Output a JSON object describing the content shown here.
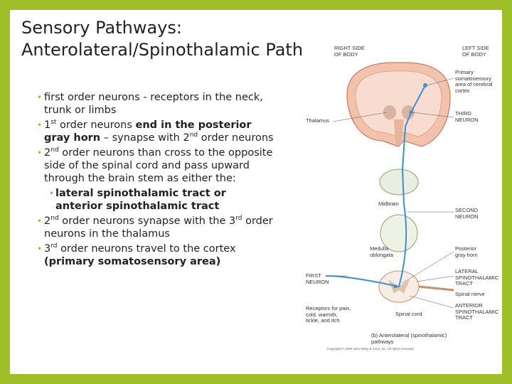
{
  "title": {
    "line1": "Sensory Pathways:",
    "line2": "Anterolateral/Spinothalamic Path"
  },
  "bullets": {
    "b1": "first order neurons - receptors in the neck, trunk or limbs",
    "b2_a": "1",
    "b2_sup": "st",
    "b2_b": " order neurons ",
    "b2_bold1": "end in the posterior gray horn",
    "b2_c": " – synapse with 2",
    "b2_sup2": "nd",
    "b2_d": " order neurons",
    "b3_a": "2",
    "b3_sup": "nd",
    "b3_b": "  order neurons than cross to the opposite side of the spinal cord and pass upward through the brain stem as either the:",
    "b3_sub": "lateral spinothalamic tract or anterior spinothalamic tract",
    "b4_a": "2",
    "b4_sup": "nd",
    "b4_b": " order neurons synapse with the 3",
    "b4_sup2": "rd",
    "b4_c": " order neurons in the thalamus",
    "b5_a": "3",
    "b5_sup": "rd",
    "b5_b": " order neurons travel to the cortex ",
    "b5_bold": "(primary somatosensory area)"
  },
  "diagram": {
    "right_side": "RIGHT SIDE\nOF BODY",
    "left_side": "LEFT SIDE\nOF BODY",
    "primary_cortex": "Primary\nsomatosensory\narea of cerebral\ncortex",
    "third_neuron": "THIRD\nNEURON",
    "thalamus": "Thalamus",
    "midbrain": "Midbrain",
    "second_neuron": "SECOND\nNEURON",
    "medulla": "Medulla\noblongata",
    "posterior_horn": "Posterior\ngray horn",
    "first_neuron": "FIRST\nNEURON",
    "lateral_tract": "LATERAL\nSPINOTHALAMIC\nTRACT",
    "spinal_nerve": "Spinal nerve",
    "receptors": "Receptors for pain,\ncold, warmth,\ntickle, and itch",
    "spinal_cord": "Spinal cord",
    "anterior_tract": "ANTERIOR\nSPINOTHALAMIC\nTRACT",
    "caption": "(b)  Anterolateral (spinothalamic)\npathways",
    "copyright": "Copyright © 2006 John Wiley & Sons, Inc. All rights reserved."
  },
  "colors": {
    "frame": "#9fbf2a",
    "brain": "#e8a98f",
    "pathway_blue": "#3b8fd8"
  }
}
